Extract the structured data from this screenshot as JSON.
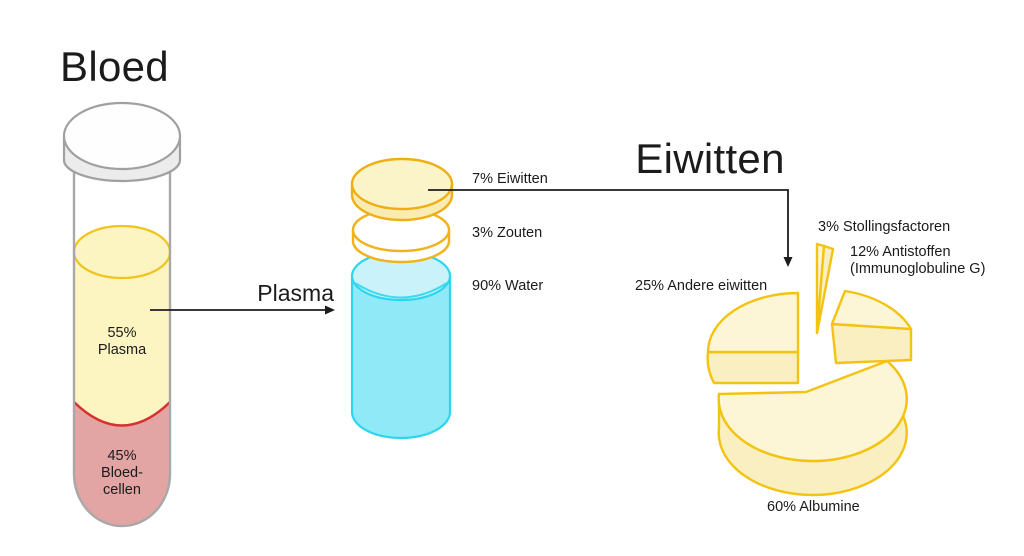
{
  "diagram_title": "Bloed",
  "colors": {
    "background": "#ffffff",
    "text": "#1b1b1b",
    "plasma_yellow": "#fcf5c2",
    "gold_stroke": "#f0c41d",
    "blood_pink": "#e3a4a4",
    "red_stroke": "#d63030",
    "water_cyan": "#90e9f7",
    "cyan_stroke": "#2ed5ef",
    "pie_cream_top": "#fdf6d6",
    "pie_cream_side": "#f9efc0",
    "pie_gold_stroke": "#f4c312",
    "glass_grey": "#a8a8a8"
  },
  "blood_tube": {
    "title": "Bloed",
    "segments": [
      {
        "value": "55%",
        "label": "Plasma"
      },
      {
        "value": "45%",
        "label_line1": "Bloed-",
        "label_line2": "cellen"
      }
    ]
  },
  "plasma_flow": {
    "arrow_label": "Plasma",
    "components": [
      {
        "label": "7% Eiwitten"
      },
      {
        "label": "3% Zouten"
      },
      {
        "label": "90% Water"
      }
    ]
  },
  "eiwitten_section": {
    "title": "Eiwitten",
    "slice_labels": {
      "stollingsfactoren": "3% Stollingsfactoren",
      "antistoffen_line1": "12% Antistoffen",
      "antistoffen_line2": "(Immunoglobuline G)",
      "andere_eiwitten": "25% Andere eiwitten",
      "albumine": "60% Albumine"
    }
  },
  "chart_data": {
    "type": "pie",
    "title": "Eiwitten",
    "labels": [
      "Stollingsfactoren",
      "Antistoffen (Immunoglobuline G)",
      "Andere eiwitten",
      "Albumine"
    ],
    "values": [
      3,
      12,
      25,
      60
    ],
    "unit": "%",
    "style": "exploded 3D pie, cream-yellow slices, gold outline",
    "related_data": {
      "bloed_composition": [
        {
          "label": "Plasma",
          "value": 55
        },
        {
          "label": "Bloedcellen",
          "value": 45
        }
      ],
      "plasma_composition": [
        {
          "label": "Eiwitten",
          "value": 7
        },
        {
          "label": "Zouten",
          "value": 3
        },
        {
          "label": "Water",
          "value": 90
        }
      ]
    }
  }
}
